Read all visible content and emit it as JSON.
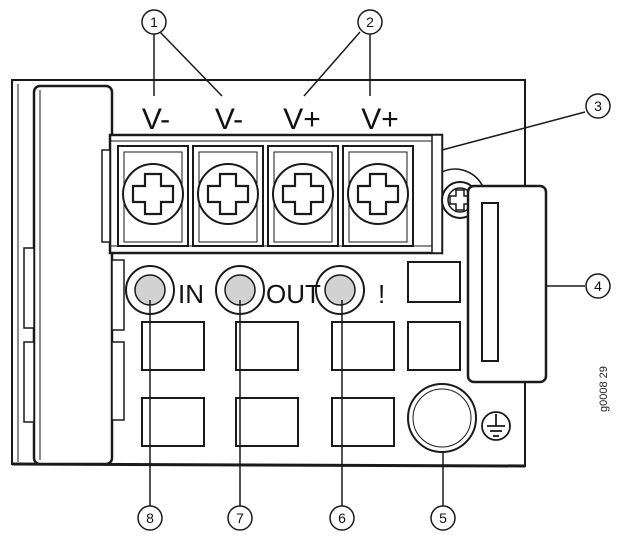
{
  "terminal_labels": [
    "V-",
    "V-",
    "V+",
    "V+"
  ],
  "led_labels": [
    "IN",
    "OUT",
    "!"
  ],
  "callouts": [
    "1",
    "2",
    "3",
    "4",
    "5",
    "6",
    "7",
    "8"
  ],
  "figure_id": "g0008 29",
  "icons": [
    "screw-icon",
    "ground-symbol-icon"
  ],
  "colors": {
    "outline": "#1a1a1a",
    "led_fill": "#d2d2d2",
    "panel_fill": "#ffffff"
  }
}
